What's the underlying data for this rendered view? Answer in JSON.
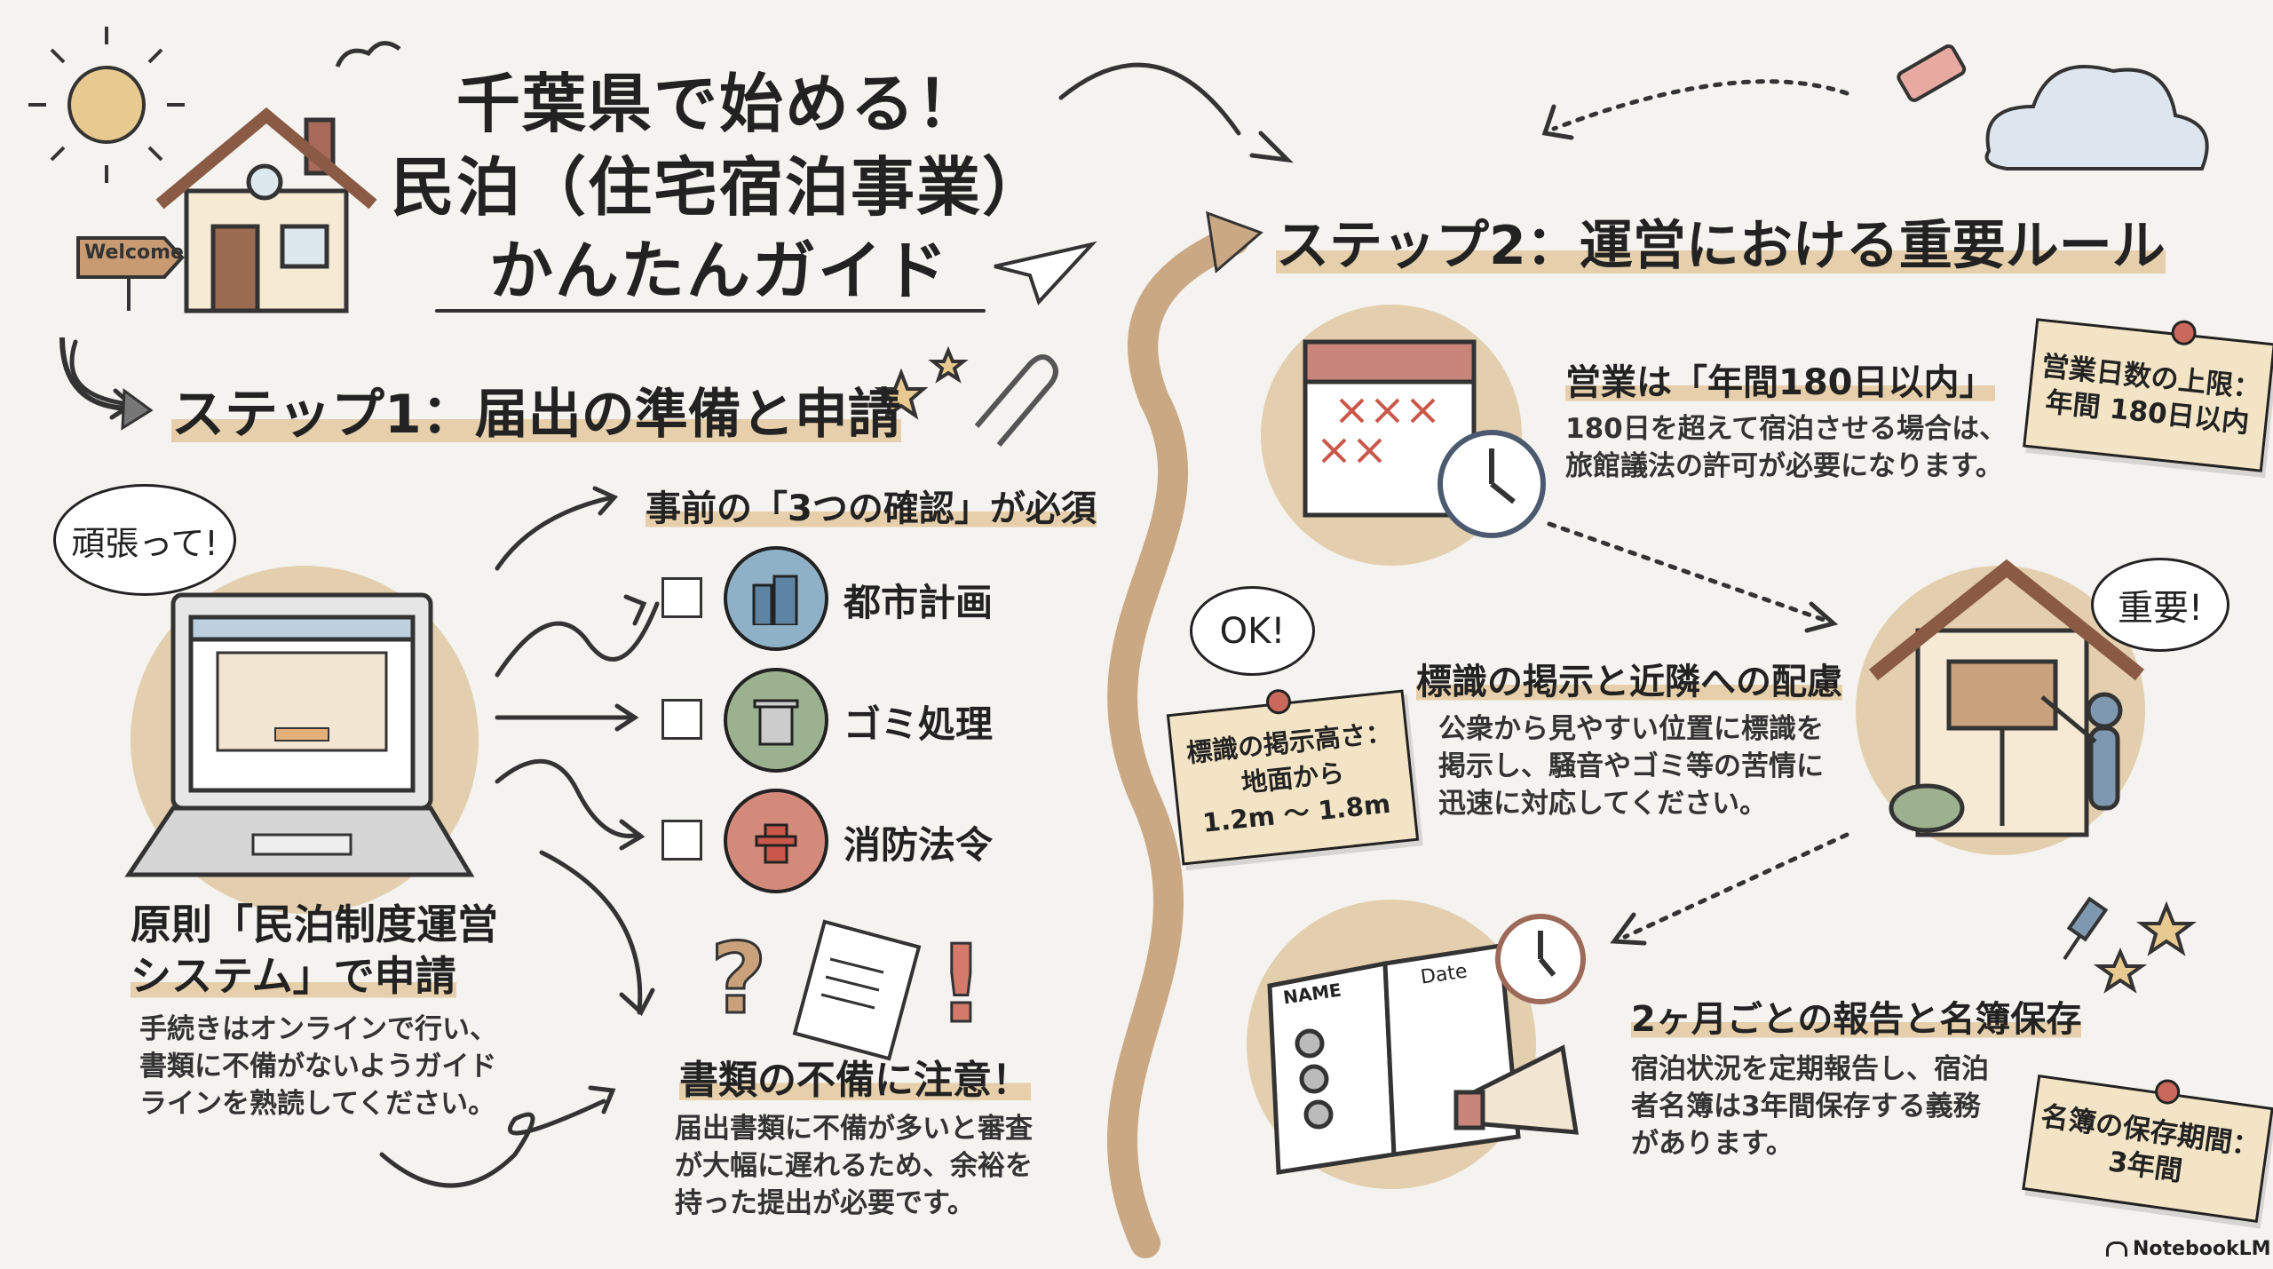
{
  "title": {
    "line1": "千葉県で始める！",
    "line2": "民泊（住宅宿泊事業）",
    "line3": "かんたんガイド"
  },
  "welcome_sign": "Welcome",
  "step1": {
    "heading": "ステップ1：届出の準備と申請",
    "bubble": "頑張って!",
    "checks_heading": "事前の「3つの確認」が必須",
    "checks": [
      {
        "label": "都市計画",
        "icon": "buildings-icon",
        "color": "#8fb1c8"
      },
      {
        "label": "ゴミ処理",
        "icon": "trash-can-icon",
        "color": "#9bb18f"
      },
      {
        "label": "消防法令",
        "icon": "fire-hydrant-icon",
        "color": "#d48a7b"
      }
    ],
    "principle_heading_1": "原則「民泊制度運営",
    "principle_heading_2": "システム」で申請",
    "principle_body": [
      "手続きはオンラインで行い、",
      "書類に不備がないようガイド",
      "ラインを熟読してください。"
    ],
    "warning_heading": "書類の不備に注意！",
    "warning_body": [
      "届出書類に不備が多いと審査",
      "が大幅に遅れるため、余裕を",
      "持った提出が必要です。"
    ]
  },
  "step2": {
    "heading": "ステップ2：運営における重要ルール",
    "rule1": {
      "heading": "営業は「年間180日以内」",
      "body": [
        "180日を超えて宿泊させる場合は、",
        "旅館議法の許可が必要になります。"
      ],
      "note": [
        "営業日数の上限：",
        "年間 180日以内"
      ]
    },
    "rule2": {
      "bubble": "OK!",
      "heading": "標識の掲示と近隣への配慮",
      "body": [
        "公衆から見やすい位置に標識を",
        "掲示し、騒音やゴミ等の苦情に",
        "迅速に対応してください。"
      ],
      "note": [
        "標識の掲示高さ：",
        "地面から",
        "1.2m ～ 1.8m"
      ],
      "bubble2": "重要!"
    },
    "rule3": {
      "heading": "2ヶ月ごとの報告と名簿保存",
      "body": [
        "宿泊状況を定期報告し、宿泊",
        "者名簿は3年間保存する義務",
        "があります。"
      ],
      "note": [
        "名簿の保存期間：",
        "3年間"
      ],
      "book_name": "NAME",
      "book_date": "Date"
    }
  },
  "watermark": "NotebookLM"
}
